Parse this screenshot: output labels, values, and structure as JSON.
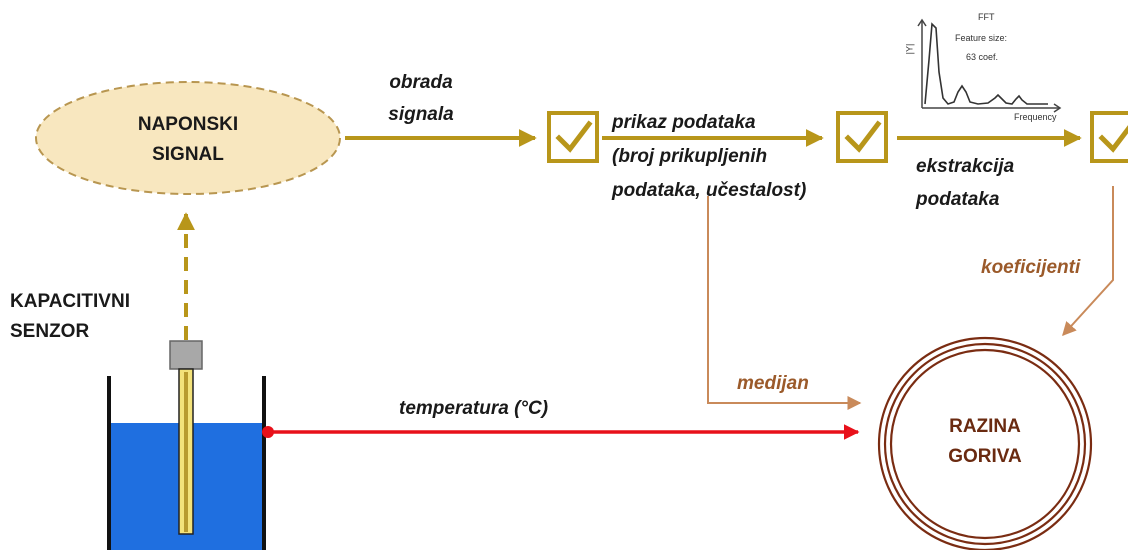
{
  "nodes": {
    "voltage_signal": [
      "NAPONSKI",
      "SIGNAL"
    ],
    "sensor": [
      "KAPACITIVNI",
      "SENZOR"
    ],
    "fuel_level": [
      "RAZINA",
      "GORIVA"
    ]
  },
  "edges": {
    "signal_processing": [
      "obrada",
      "signala"
    ],
    "data_display": [
      "prikaz podataka",
      "(broj prikupljenih",
      "podataka, učestalost)"
    ],
    "data_extraction": [
      "ekstrakcija",
      "podataka"
    ],
    "coefficients": "koeficijenti",
    "median": "medijan",
    "temperature": "temperatura (°C)"
  },
  "fft_inset": {
    "title": "FFT",
    "feature_line1": "Feature size:",
    "feature_line2": "63 coef.",
    "x_axis": "Frequency",
    "y_axis": "|Y|"
  },
  "colors": {
    "gold": "#b8961a",
    "brown": "#c98a5a",
    "red": "#e8101a",
    "water": "#1f6fe0",
    "ellipse_fill": "#f8e7bf"
  }
}
